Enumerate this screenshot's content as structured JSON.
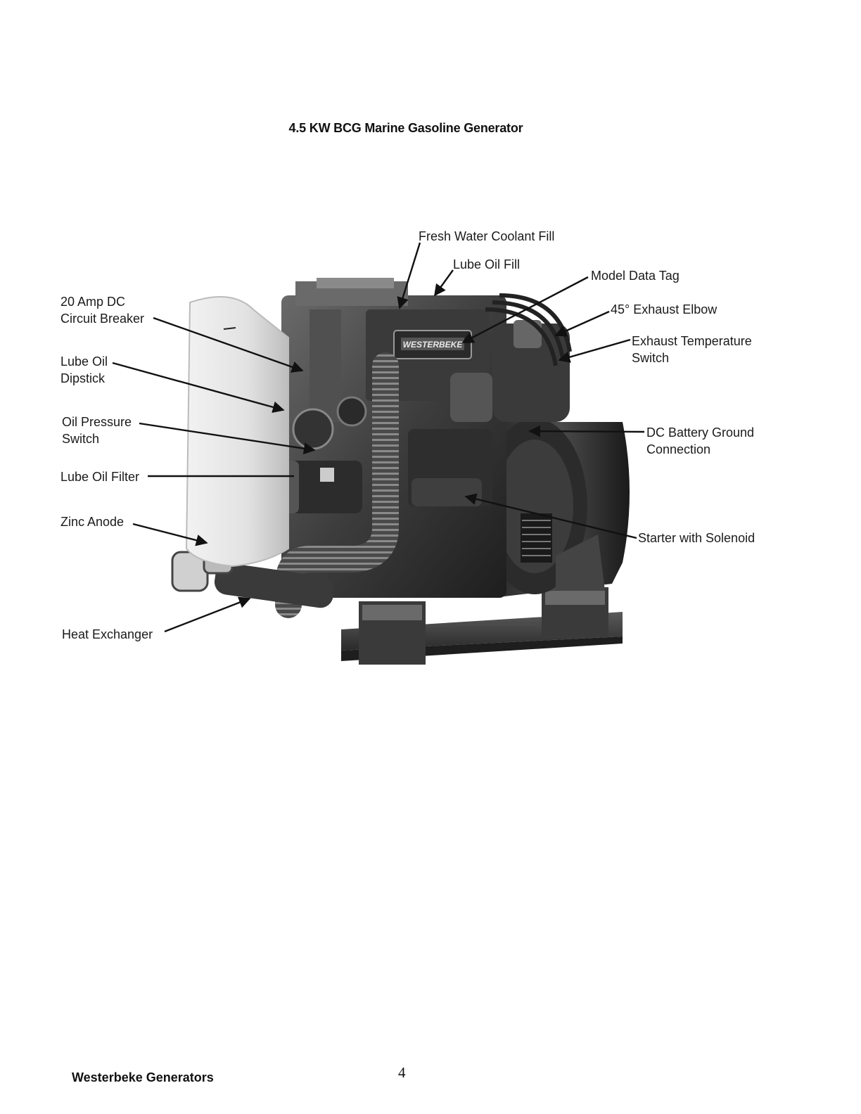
{
  "page": {
    "title": "4.5 KW BCG Marine Gasoline Generator",
    "footer_left": "Westerbeke Generators",
    "page_number": "4"
  },
  "figure": {
    "brand_plate": "WESTERBEKE",
    "callouts": {
      "fresh_water_coolant_fill": "Fresh Water Coolant Fill",
      "lube_oil_fill": "Lube Oil Fill",
      "model_data_tag": "Model Data Tag",
      "exhaust_elbow": "45° Exhaust Elbow",
      "exhaust_temp_switch_line1": "Exhaust Temperature",
      "exhaust_temp_switch_line2": "Switch",
      "circuit_breaker_line1": "20 Amp DC",
      "circuit_breaker_line2": "Circuit Breaker",
      "dipstick_line1": "Lube Oil",
      "dipstick_line2": "Dipstick",
      "oil_pressure_line1": "Oil Pressure",
      "oil_pressure_line2": "Switch",
      "lube_oil_filter": "Lube Oil Filter",
      "zinc_anode": "Zinc Anode",
      "heat_exchanger": "Heat Exchanger",
      "dc_ground_line1": "DC Battery Ground",
      "dc_ground_line2": "Connection",
      "starter": "Starter with Solenoid"
    }
  }
}
